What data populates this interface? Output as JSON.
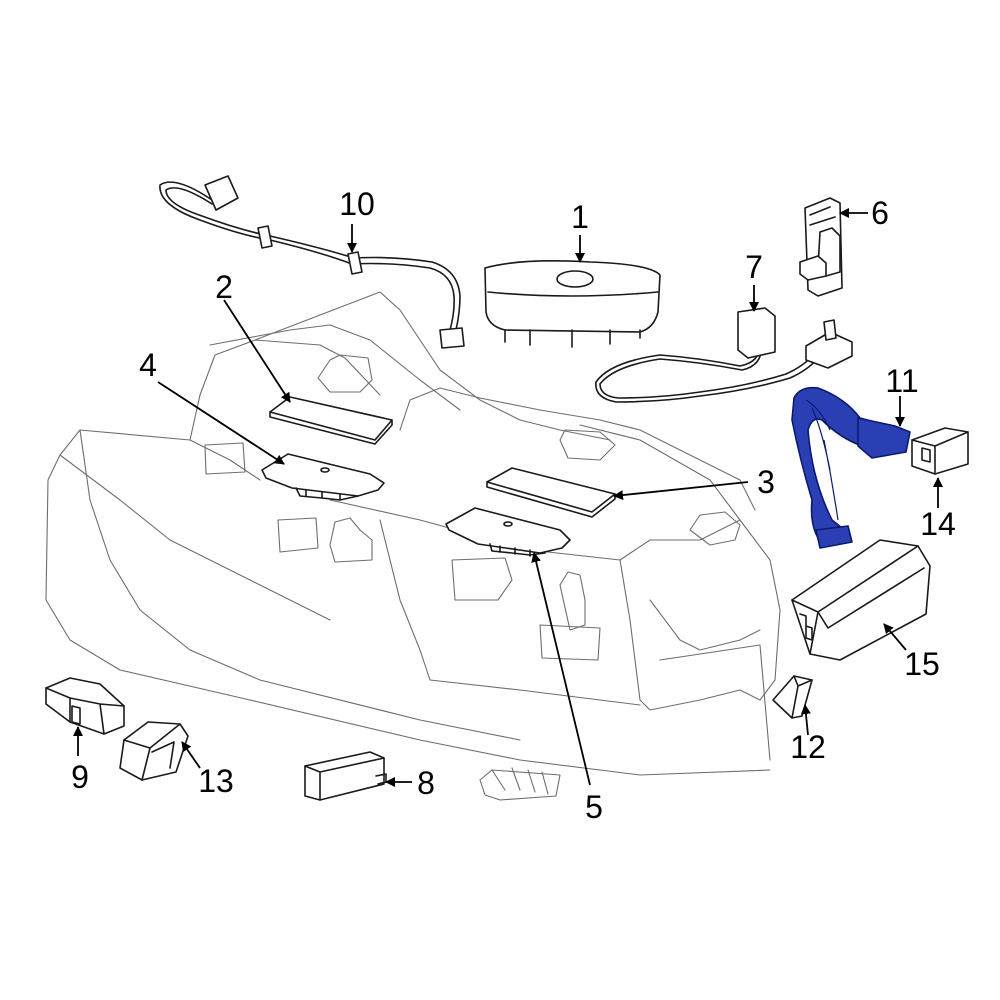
{
  "diagram": {
    "highlight_color": "#2b3fb5",
    "callouts": [
      {
        "id": "1",
        "text": "1"
      },
      {
        "id": "2",
        "text": "2"
      },
      {
        "id": "3",
        "text": "3"
      },
      {
        "id": "4",
        "text": "4"
      },
      {
        "id": "5",
        "text": "5"
      },
      {
        "id": "6",
        "text": "6"
      },
      {
        "id": "7",
        "text": "7"
      },
      {
        "id": "8",
        "text": "8"
      },
      {
        "id": "9",
        "text": "9"
      },
      {
        "id": "10",
        "text": "10"
      },
      {
        "id": "11",
        "text": "11",
        "highlighted": true
      },
      {
        "id": "12",
        "text": "12"
      },
      {
        "id": "13",
        "text": "13"
      },
      {
        "id": "14",
        "text": "14"
      },
      {
        "id": "15",
        "text": "15"
      }
    ]
  }
}
